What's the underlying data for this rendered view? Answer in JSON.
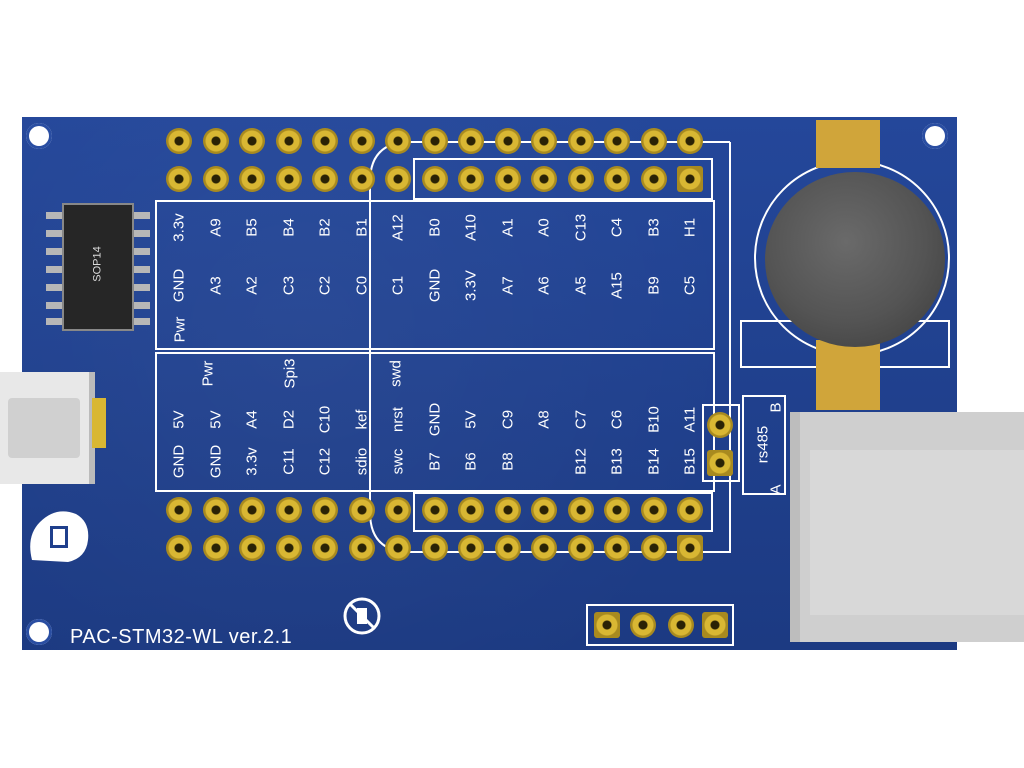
{
  "board": {
    "title": "PAC-STM32-WL ver.2.1",
    "ic_label": "SOP14",
    "header_top_labels_row1": [
      "3.3v",
      "A9",
      "B5",
      "B4",
      "B2",
      "B1",
      "A12",
      "B0",
      "A10",
      "A1",
      "A0",
      "C13",
      "C4",
      "B3",
      "H1"
    ],
    "header_top_labels_row2": [
      "GND",
      "A3",
      "A2",
      "C3",
      "C2",
      "C0",
      "C1",
      "GND",
      "3.3V",
      "A7",
      "A6",
      "A5",
      "A15",
      "B9",
      "C5"
    ],
    "header_bottom_labels_row1": [
      "5V",
      "5V",
      "A4",
      "D2",
      "C10",
      "kef",
      "nrst",
      "GND",
      "5V",
      "C9",
      "A8",
      "C7",
      "C6",
      "B10",
      "A11"
    ],
    "header_bottom_labels_row2": [
      "GND",
      "GND",
      "3.3v",
      "C11",
      "C12",
      "sdio",
      "swc",
      "B7",
      "B6",
      "B8",
      "",
      "B12",
      "B13",
      "B14",
      "B15"
    ],
    "misc_labels": [
      "Pwr",
      "Pwr",
      "Spi3",
      "swd",
      "rs485",
      "A",
      "B"
    ],
    "colors": {
      "pcb": "#1f3f8c",
      "gold": "#d9b733",
      "silk": "#ffffff"
    }
  }
}
